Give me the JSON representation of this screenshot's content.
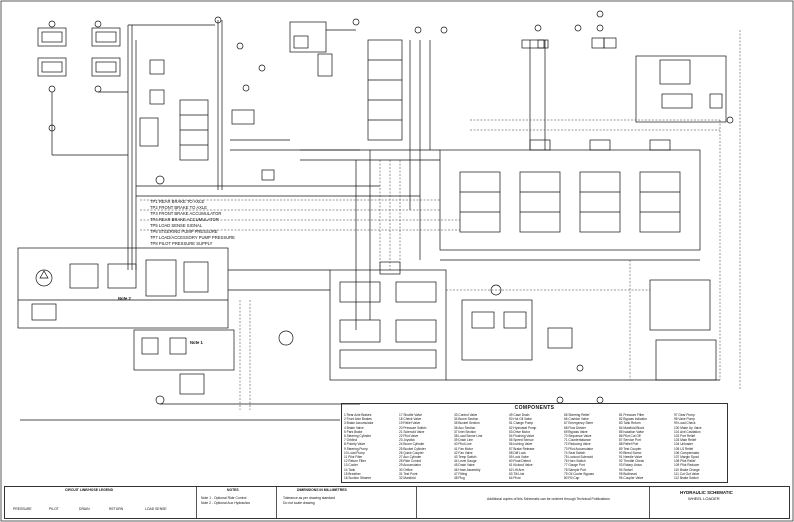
{
  "diagram": {
    "test_points": [
      {
        "code": "TP1",
        "label": "REAR BRAKE TO AXLE"
      },
      {
        "code": "TP2",
        "label": "FRONT BRAKE TO AXLE"
      },
      {
        "code": "TP3",
        "label": "FRONT BRAKE ACCUMULATOR"
      },
      {
        "code": "TP4",
        "label": "REAR BRAKE ACCUMULATOR"
      },
      {
        "code": "TP5",
        "label": "LOAD SENSE SIGNAL"
      },
      {
        "code": "TP6",
        "label": "STEERING PUMP PRESSURE"
      },
      {
        "code": "TP7",
        "label": "LOAD/ACCESSORY PUMP PRESSURE"
      },
      {
        "code": "TP8",
        "label": "PILOT PRESSURE SUPPLY"
      }
    ],
    "notes": {
      "note1": "Note 1",
      "note2": "Note 2"
    },
    "components_title": "COMPONENTS",
    "component_columns": [
      [
        "1  Rear Axle Brakes",
        "2  Front Axle Brakes",
        "3  Brake Accumulator",
        "4  Brake Valve",
        "5  Park Brake",
        "6  Steering Cylinder",
        "7  Orbitrol",
        "8  Priority Valve",
        "9  Steering Pump",
        "10 Load Pump",
        "11 Pilot Filter",
        "12 Return Filter",
        "13 Cooler",
        "14 Tank",
        "15 Breather",
        "16 Suction Strainer"
      ],
      [
        "17 Shuttle Valve",
        "18 Check Valve",
        "19 Relief Valve",
        "20 Pressure Switch",
        "21 Solenoid Valve",
        "22 Pilot Valve",
        "23 Joystick",
        "24 Boom Cylinder",
        "25 Bucket Cylinder",
        "26 Quick Coupler",
        "27 Aux Cylinder",
        "28 Ride Control",
        "29 Accumulator",
        "30 Orifice",
        "31 Test Point",
        "32 Manifold"
      ],
      [
        "33 Control Valve",
        "34 Boom Section",
        "35 Bucket Section",
        "36 Aux Section",
        "37 Inlet Section",
        "38 Load Sense Line",
        "39 Drain Line",
        "40 Pilot Line",
        "41 Fan Motor",
        "42 Fan Valve",
        "43 Temp Switch",
        "44 Level Gauge",
        "45 Drain Valve",
        "46 Hose Assembly",
        "47 Fitting",
        "48 Plug"
      ],
      [
        "49 Case Drain",
        "50 Hot Oil Valve",
        "51 Charge Pump",
        "52 Hydrostat Pump",
        "53 Drive Motor",
        "54 Flushing Valve",
        "55 Speed Sensor",
        "56 Inching Valve",
        "57 Brake Release",
        "58 Diff Lock",
        "59 Lock Valve",
        "60 Float Detent",
        "61 Kickout Valve",
        "62 Lift Arm",
        "63 Tilt Link",
        "64 Pivot"
      ],
      [
        "65 Steering Relief",
        "66 Cushion Valve",
        "67 Emergency Steer",
        "68 Flow Divider",
        "69 Bypass Valve",
        "70 Sequence Valve",
        "71 Counterbalance",
        "72 Reducing Valve",
        "73 Pilot Accumulator",
        "74 Seat Switch",
        "75 Lockout Solenoid",
        "76 Horn Switch",
        "77 Gauge Port",
        "78 Sample Port",
        "79 Oil Cooler Bypass",
        "80 Fill Cap"
      ],
      [
        "81 Pressure Filter",
        "82 Bypass Indicator",
        "83 Tank Return",
        "84 Manifold Block",
        "85 Isolation Valve",
        "86 Pilot Cut Off",
        "87 Service Port",
        "88 Relief Port",
        "89 Test Coupler",
        "90 Bleed Screw",
        "91 Needle Valve",
        "92 Throttle Check",
        "93 Rotary Union",
        "94 Swivel",
        "95 Bulkhead",
        "96 Coupler Valve"
      ],
      [
        "97 Gear Pump",
        "98 Vane Pump",
        "99 Load Check",
        "100 Make Up Valve",
        "101 Anti Cavitation",
        "102 Port Relief",
        "103 Main Relief",
        "104 Unloader",
        "105 LS Relief",
        "106 Compensator",
        "107 Margin Spool",
        "108 Pilot Relief",
        "109 Pilot Reducer",
        "110 Brake Charge",
        "111 Cut Out Valve",
        "112 Brake Switch"
      ]
    ],
    "notes_block": {
      "title": "NOTES",
      "lines": [
        "Note 1 - Optional Ride Control",
        "Note 2 - Optional Aux Hydraulics"
      ]
    },
    "dimension_block": {
      "title": "DIMENSIONS IN MILLIMETRES",
      "lines": [
        "Tolerance as per drawing standard",
        "Do not scale drawing"
      ]
    },
    "symbols_title": "CIRCUIT LINE/HOSE LEGEND",
    "symbols": [
      "PRESSURE",
      "PILOT",
      "DRAIN",
      "RETURN",
      "LOAD SENSE"
    ],
    "title_block": {
      "title": "HYDRAULIC SCHEMATIC",
      "subtitle": "WHEEL LOADER",
      "remark": "Additional copies of this Schematic can be ordered through Technical Publications"
    }
  }
}
